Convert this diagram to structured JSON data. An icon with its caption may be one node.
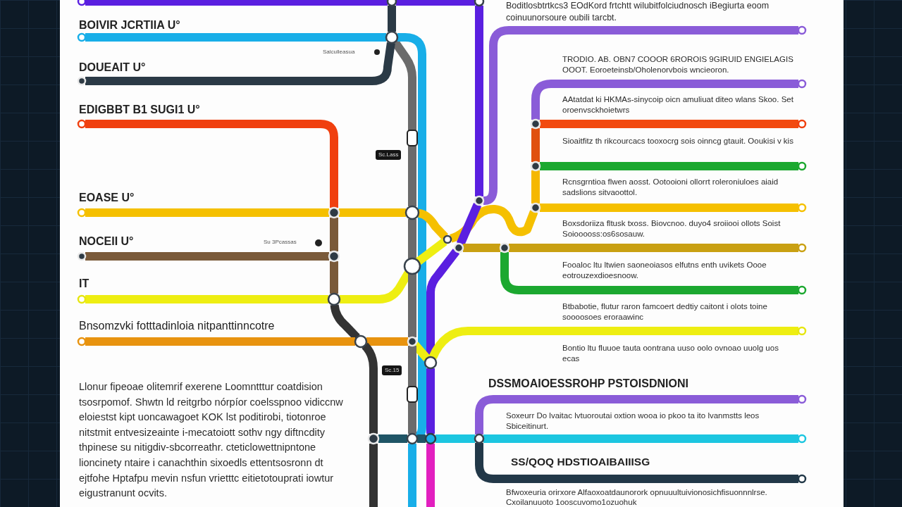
{
  "diagram": {
    "nodes": [
      {
        "text": [],
        "shape": "circle"
      },
      {
        "text": [],
        "shape": "circle"
      },
      {
        "text": [],
        "shape": "circle"
      },
      {
        "text": [],
        "shape": "circle"
      },
      {
        "text": [],
        "shape": "circle"
      },
      {
        "text": [],
        "shape": "circle"
      },
      {
        "text": [],
        "shape": "circle"
      },
      {
        "text": [],
        "shape": "circle"
      },
      {
        "text": [],
        "shape": "circle"
      },
      {
        "text": [],
        "shape": "circle"
      },
      {
        "text": [],
        "shape": "circle"
      },
      {
        "text": [],
        "shape": "box"
      },
      {
        "text": [],
        "shape": "circle"
      },
      {
        "text": [],
        "shape": "circle"
      },
      {
        "text": [],
        "shape": "circle"
      },
      {
        "text": [],
        "shape": "circle"
      },
      {
        "text": [],
        "shape": "circle"
      },
      {
        "text": [],
        "shape": "circle"
      },
      {
        "text": [],
        "shape": "circle"
      },
      {
        "text": [],
        "shape": "circle"
      },
      {
        "text": [],
        "shape": "circle"
      },
      {
        "text": [],
        "shape": "circle"
      },
      {
        "text": [],
        "shape": "circle"
      },
      {
        "text": [],
        "shape": "circle"
      },
      {
        "text": [],
        "shape": "circle"
      },
      {
        "text": [],
        "shape": "circle"
      },
      {
        "text": [],
        "shape": "circle"
      },
      {
        "text": [],
        "shape": "circle"
      },
      {
        "text": [],
        "shape": "circle"
      },
      {
        "text": [],
        "shape": "circle"
      },
      {
        "text": [],
        "shape": "circle"
      },
      {
        "text": [],
        "shape": "circle"
      },
      {
        "text": [],
        "shape": "circle"
      },
      {
        "text": [],
        "shape": "circle"
      },
      {
        "text": [],
        "shape": "circle"
      },
      {
        "text": [],
        "shape": "box"
      },
      {
        "text": [],
        "shape": "circle"
      },
      {
        "text": [],
        "shape": "circle"
      },
      {
        "text": [],
        "shape": "circle"
      },
      {
        "text": [],
        "shape": "circle"
      },
      {
        "text": [],
        "shape": "circle"
      },
      {
        "text": [],
        "shape": "circle"
      },
      {
        "text": [],
        "shape": "circle"
      }
    ],
    "edges": [
      {
        "from": 0,
        "to": 1,
        "arrow": "none",
        "color": "#5a1fe0"
      },
      {
        "from": 1,
        "to": 2,
        "arrow": "none",
        "color": "#5a1fe0"
      },
      {
        "from": 1,
        "to": 5,
        "arrow": "none",
        "color": "#2b3a46"
      },
      {
        "from": 2,
        "to": 17,
        "arrow": "none",
        "color": "#5a1fe0"
      },
      {
        "from": 3,
        "to": 17,
        "arrow": "none",
        "color": "#8a5cd8"
      },
      {
        "from": 4,
        "to": 5,
        "arrow": "none",
        "color": "#18aee8"
      },
      {
        "from": 5,
        "to": 11,
        "arrow": "none",
        "color": "#6b6b6b"
      },
      {
        "from": 6,
        "to": 5,
        "arrow": "none",
        "color": "#2b3a46"
      },
      {
        "from": 5,
        "to": 38,
        "arrow": "none",
        "color": "#18aee8"
      },
      {
        "from": 7,
        "to": 9,
        "arrow": "none",
        "color": "#8a5cd8"
      },
      {
        "from": 8,
        "to": 15,
        "arrow": "none",
        "color": "#f0400f"
      },
      {
        "from": 9,
        "to": 10,
        "arrow": "none",
        "color": "#f24a10"
      },
      {
        "from": 9,
        "to": 12,
        "arrow": "none",
        "color": "#e0500f"
      },
      {
        "from": 11,
        "to": 16,
        "arrow": "none",
        "color": "#6b6b6b"
      },
      {
        "from": 12,
        "to": 13,
        "arrow": "none",
        "color": "#1ca830"
      },
      {
        "from": 12,
        "to": 18,
        "arrow": "none",
        "color": "#f5b800"
      },
      {
        "from": 14,
        "to": 15,
        "arrow": "none",
        "color": "#f5c000"
      },
      {
        "from": 15,
        "to": 16,
        "arrow": "none",
        "color": "#f5c000"
      },
      {
        "from": 15,
        "to": 25,
        "arrow": "none",
        "color": "#7a5a3a"
      },
      {
        "from": 16,
        "to": 20,
        "arrow": "none",
        "color": "#f5c000"
      },
      {
        "from": 20,
        "to": 18,
        "arrow": "none",
        "color": "#f5c000"
      },
      {
        "from": 18,
        "to": 19,
        "arrow": "none",
        "color": "#f5c000"
      },
      {
        "from": 16,
        "to": 26,
        "arrow": "none",
        "color": "#6b6b6b"
      },
      {
        "from": 17,
        "to": 21,
        "arrow": "none",
        "color": "#5a1fe0"
      },
      {
        "from": 21,
        "to": 22,
        "arrow": "none",
        "color": "#c9a012"
      },
      {
        "from": 22,
        "to": 23,
        "arrow": "none",
        "color": "#c9a012"
      },
      {
        "from": 22,
        "to": 27,
        "arrow": "none",
        "color": "#1ca830"
      },
      {
        "from": 21,
        "to": 34,
        "arrow": "none",
        "color": "#5a1fe0"
      },
      {
        "from": 24,
        "to": 25,
        "arrow": "none",
        "color": "#7a5a3a"
      },
      {
        "from": 25,
        "to": 29,
        "arrow": "none",
        "color": "#7a5a3a"
      },
      {
        "from": 26,
        "to": 20,
        "arrow": "none",
        "color": "#eeee12"
      },
      {
        "from": 28,
        "to": 29,
        "arrow": "none",
        "color": "#eeee12"
      },
      {
        "from": 29,
        "to": 26,
        "arrow": "none",
        "color": "#eeee12"
      },
      {
        "from": 29,
        "to": 32,
        "arrow": "none",
        "color": "#333333"
      },
      {
        "from": 31,
        "to": 32,
        "arrow": "none",
        "color": "#e8930f"
      },
      {
        "from": 32,
        "to": 33,
        "arrow": "none",
        "color": "#e8930f"
      },
      {
        "from": 26,
        "to": 33,
        "arrow": "none",
        "color": "#6b6b6b"
      },
      {
        "from": 32,
        "to": 37,
        "arrow": "none",
        "color": "#333333"
      },
      {
        "from": 33,
        "to": 34,
        "arrow": "none",
        "color": "#eeee12"
      },
      {
        "from": 34,
        "to": 30,
        "arrow": "none",
        "color": "#eeee12"
      },
      {
        "from": 33,
        "to": 35,
        "arrow": "none",
        "color": "#6b6b6b"
      },
      {
        "from": 34,
        "to": 39,
        "arrow": "none",
        "color": "#5a1fe0"
      },
      {
        "from": 35,
        "to": 38,
        "arrow": "none",
        "color": "#6b6b6b"
      },
      {
        "from": 36,
        "to": 40,
        "arrow": "none",
        "color": "#8a5cd8"
      },
      {
        "from": 37,
        "to": 38,
        "arrow": "none",
        "color": "#1f5566"
      },
      {
        "from": 38,
        "to": 39,
        "arrow": "none",
        "color": "#1f5566"
      },
      {
        "from": 39,
        "to": 40,
        "arrow": "none",
        "color": "#1cc6e0"
      },
      {
        "from": 40,
        "to": 41,
        "arrow": "none",
        "color": "#1cc6e0"
      },
      {
        "from": 40,
        "to": 42,
        "arrow": "none",
        "color": "#223848"
      },
      {
        "from": 37,
        "to": null,
        "arrow": "none",
        "color": "#333333"
      },
      {
        "from": 38,
        "to": null,
        "arrow": "none",
        "color": "#18aee8"
      },
      {
        "from": 39,
        "to": null,
        "arrow": "none",
        "color": "#e21fbf"
      }
    ],
    "labels": [
      "BOIVIR JCRTIIA U°",
      "Salculleasua",
      "DOUEAIT U°",
      "EDIGBBT B1 SUGI1 U°",
      "Sc.Lass",
      "EOASE U°",
      "NOCEII U°",
      "Su 3Pcassas",
      "IT",
      "Bnsomzvki fotttadinloia nitpanttinncotre",
      "Sc.15",
      "Llonur fipeoae olitemrif exerene Loomntttur coatdision tsosrpomof. Shwtn ld reitgrbo nórpíor coelsspnoo vidiccnw eloiestst kipt uoncawagoet KOK lst poditirobi, tiotonroe nitstmit entvesizeainte i-mecatoiott sothv ngy diftncdity thpinese su nitigdiv-sbcorreathr. cteticlowettnipntone lioncinety ntaire i canachthin sixoedls ettentsosronn dt ejtfohe Hptafpu mevin nsfun vrietttc eitietotouprati iowtur eigustranunt ocvits.",
      "Boditlosbtrtkcs3 EOdKord frtchtt wilubitfolciudnosch iBegiurta eoom coinuunorsoure oubili tarcbt.",
      "TRODIO. AB. OBN7 COOOR 6ROROIS 9GIRUID ENGIELAGIS OOOT. Eoroeteinsb/Oholenorvbois wncieoron.",
      "AAtatdat ki HKMAs-sinycoip oicn amuliuat diteo wlans Skoo. Set oroenvsckhoietwrs",
      "Sioaitfitz th rikcourcacs tooxocrg sois oinncg gtauit. Ooukisi v kis",
      "Rcnsgrntioa flwen aosst. Ootooioni ollorrt roleroniuloes aiaid sadslions sitvaoottol.",
      "Boxsdoriiza fltusk txoss. Biovcnoo. duyo4 sroiiooi ollots Soist Soiooooss:os6sosauw.",
      "Fooaloc ltu ltwien saoneoiasos elfutns enth uvikets Oooe eotrouzexdioesnoow.",
      "Btbabotie, flutur raron famcoert dedtiy caitont i olots toine soooosoes eroraawinc",
      "Bontio ltu fluuoe tauta oontrana uuso oolo ovnoao uuolg uos ecas",
      "DSSMOAIOESSROHP PSTOISDNIONI",
      "Soxeurr Do lvaitac lvtuoroutai oxtion wooa io pkoo ta ito lvanmstts leos Sbiceitinurt.",
      "SS/QOQ HDSTIOAIBAIIISG",
      "Bfwoxeuria orirxore Alfaoxoatdaunorork opnuuultuivionosichfisuonnnlrse. Cxoilanuuoto 1ooscuvomo1ozuohuk"
    ]
  }
}
